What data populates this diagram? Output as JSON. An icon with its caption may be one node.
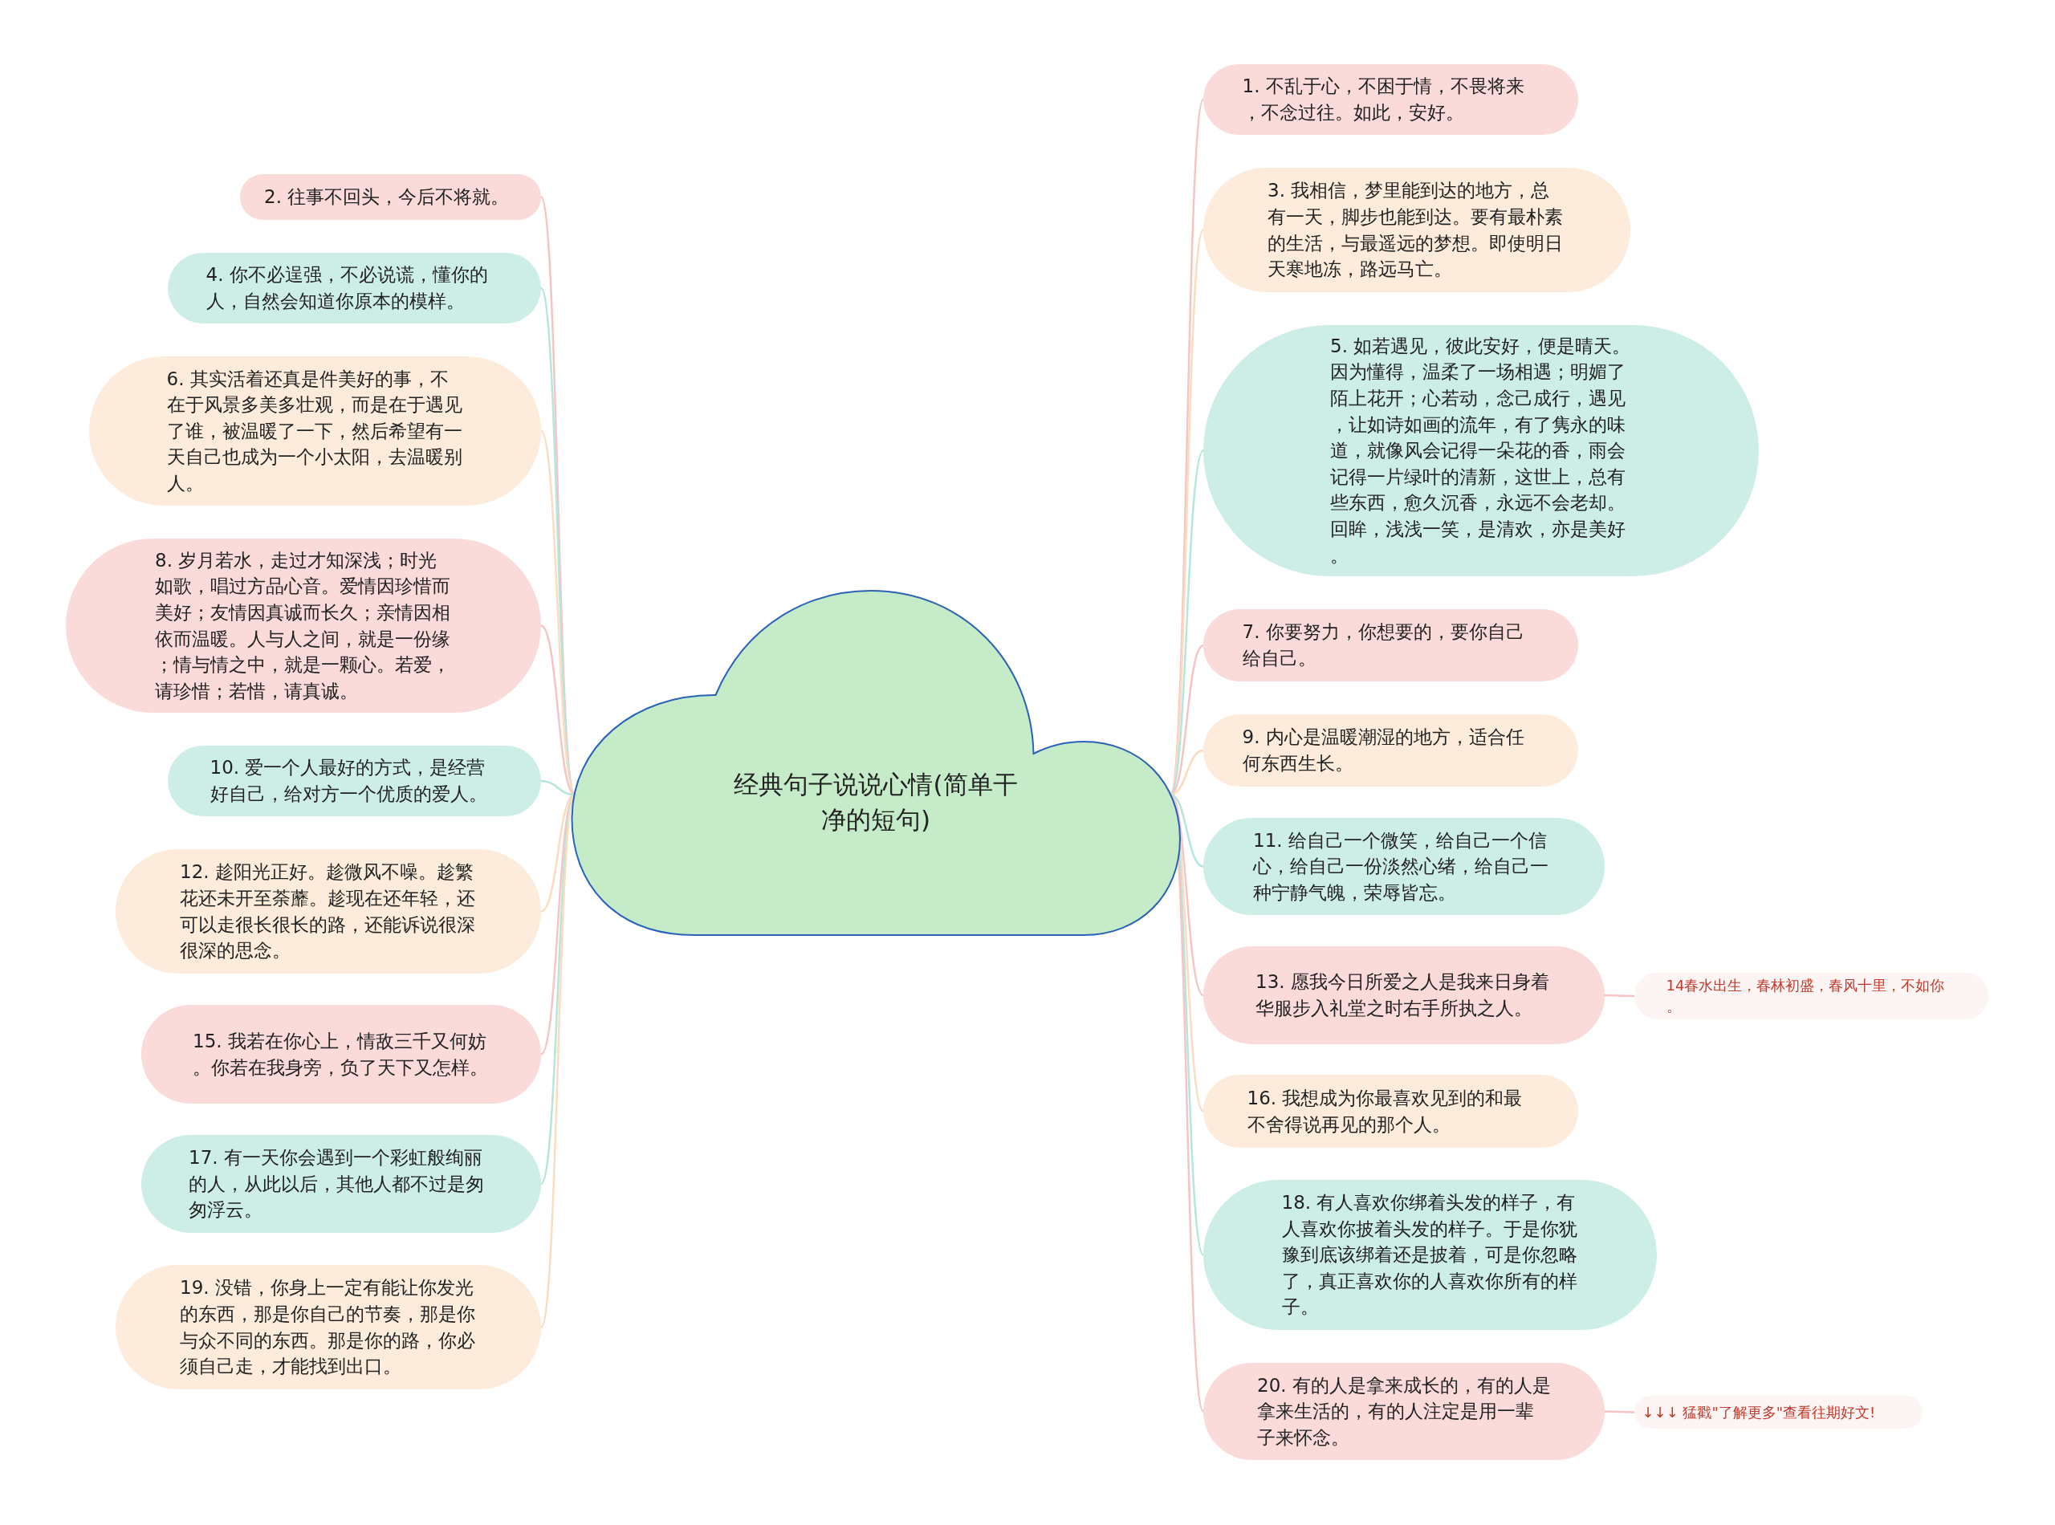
{
  "diagram": {
    "nodes": [
      {
        "text": [
          "经典句子说说心情(简单干净的短句)"
        ]
      },
      {
        "text": [
          "1. 不乱于心，不困于情，不畏将来，不念过往。如此，安好。"
        ]
      },
      {
        "text": [
          "2. 往事不回头，今后不将就。"
        ]
      },
      {
        "text": [
          "3. 我相信，梦里能到达的地方，总有一天，脚步也能到达。要有最朴素的生活，与最遥远的梦想。即使明日天寒地冻，路远马亡。"
        ]
      },
      {
        "text": [
          "4. 你不必逞强，不必说谎，懂你的人，自然会知道你原本的模样。"
        ]
      },
      {
        "text": [
          "5. 如若遇见，彼此安好，便是晴天。因为懂得，温柔了一场相遇；明媚了陌上花开；心若动，念己成行，遇见，让如诗如画的流年，有了隽永的味道，就像风会记得一朵花的香，雨会记得一片绿叶的清新，这世上，总有些东西，愈久沉香，永远不会老却。回眸，浅浅一笑，是清欢，亦是美好。"
        ]
      },
      {
        "text": [
          "6. 其实活着还真是件美好的事，不在于风景多美多壮观，而是在于遇见了谁，被温暖了一下，然后希望有一天自己也成为一个小太阳，去温暖别人。"
        ]
      },
      {
        "text": [
          "7. 你要努力，你想要的，要你自己给自己。"
        ]
      },
      {
        "text": [
          "8. 岁月若水，走过才知深浅；时光如歌，唱过方品心音。爱情因珍惜而美好；友情因真诚而长久；亲情因相依而温暖。人与人之间，就是一份缘；情与情之中，就是一颗心。若爱，请珍惜；若惜，请真诚。"
        ]
      },
      {
        "text": [
          "9. 内心是温暖潮湿的地方，适合任何东西生长。"
        ]
      },
      {
        "text": [
          "10. 爱一个人最好的方式，是经营好自己，给对方一个优质的爱人。"
        ]
      },
      {
        "text": [
          "11. 给自己一个微笑，给自己一个信心，给自己一份淡然心绪，给自己一种宁静气魄，荣辱皆忘。"
        ]
      },
      {
        "text": [
          "12. 趁阳光正好。趁微风不噪。趁繁花还未开至荼蘼。趁现在还年轻，还可以走很长很长的路，还能诉说很深很深的思念。"
        ]
      },
      {
        "text": [
          "13. 愿我今日所爱之人是我来日身着华服步入礼堂之时右手所执之人。"
        ]
      },
      {
        "text": [
          "14春水出生，春林初盛，春风十里，不如你。"
        ]
      },
      {
        "text": [
          "15. 我若在你心上，情敌三千又何妨。你若在我身旁，负了天下又怎样。"
        ]
      },
      {
        "text": [
          "16. 我想成为你最喜欢见到的和最不舍得说再见的那个人。"
        ]
      },
      {
        "text": [
          "17. 有一天你会遇到一个彩虹般绚丽的人，从此以后，其他人都不过是匆匆浮云。"
        ]
      },
      {
        "text": [
          "18. 有人喜欢你绑着头发的样子，有人喜欢你披着头发的样子。于是你犹豫到底该绑着还是披着，可是你忽略了，真正喜欢你的人喜欢你所有的样子。"
        ]
      },
      {
        "text": [
          "19. 没错，你身上一定有能让你发光的东西，那是你自己的节奏，那是你与众不同的东西。那是你的路，你必须自己走，才能找到出口。"
        ]
      },
      {
        "text": [
          "20. 有的人是拿来成长的，有的人是拿来生活的，有的人注定是用一辈子来怀念。"
        ]
      },
      {
        "text": [
          "↓↓↓ 猛戳\"了解更多\"查看往期好文!"
        ]
      }
    ],
    "edges": [
      {
        "from": 0,
        "to": 1,
        "arrow": "none",
        "color": "#f5c4c4"
      },
      {
        "from": 0,
        "to": 2,
        "arrow": "none",
        "color": "#f5c4c4"
      },
      {
        "from": 0,
        "to": 3,
        "arrow": "none",
        "color": "#fbdcc0"
      },
      {
        "from": 0,
        "to": 4,
        "arrow": "none",
        "color": "#b5e6db"
      },
      {
        "from": 0,
        "to": 5,
        "arrow": "none",
        "color": "#b5e6db"
      },
      {
        "from": 0,
        "to": 6,
        "arrow": "none",
        "color": "#fbdcc0"
      },
      {
        "from": 0,
        "to": 7,
        "arrow": "none",
        "color": "#f5c4c4"
      },
      {
        "from": 0,
        "to": 8,
        "arrow": "none",
        "color": "#f5c4c4"
      },
      {
        "from": 0,
        "to": 9,
        "arrow": "none",
        "color": "#fbdcc0"
      },
      {
        "from": 0,
        "to": 10,
        "arrow": "none",
        "color": "#b5e6db"
      },
      {
        "from": 0,
        "to": 11,
        "arrow": "none",
        "color": "#b5e6db"
      },
      {
        "from": 0,
        "to": 12,
        "arrow": "none",
        "color": "#fbdcc0"
      },
      {
        "from": 0,
        "to": 13,
        "arrow": "none",
        "color": "#f5c4c4"
      },
      {
        "from": 13,
        "to": 14,
        "arrow": "none",
        "color": "#f5c4c4"
      },
      {
        "from": 0,
        "to": 15,
        "arrow": "none",
        "color": "#f5c4c4"
      },
      {
        "from": 0,
        "to": 16,
        "arrow": "none",
        "color": "#fbdcc0"
      },
      {
        "from": 0,
        "to": 17,
        "arrow": "none",
        "color": "#b5e6db"
      },
      {
        "from": 0,
        "to": 18,
        "arrow": "none",
        "color": "#b5e6db"
      },
      {
        "from": 0,
        "to": 19,
        "arrow": "none",
        "color": "#fbdcc0"
      },
      {
        "from": 0,
        "to": 20,
        "arrow": "none",
        "color": "#f5c4c4"
      },
      {
        "from": 20,
        "to": 21,
        "arrow": "none",
        "color": "#f5c4c4"
      }
    ]
  }
}
